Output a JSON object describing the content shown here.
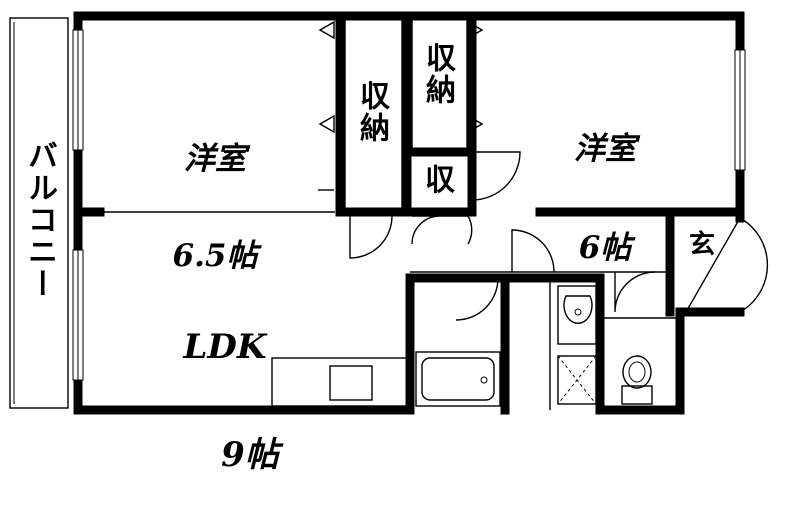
{
  "balcony": {
    "label": "バルコニー"
  },
  "rooms": {
    "western_room_1": {
      "name": "洋室",
      "size": "6.5帖"
    },
    "western_room_2": {
      "name": "洋室",
      "size": "6帖"
    },
    "ldk": {
      "name": "LDK",
      "size": "9帖"
    }
  },
  "storage": {
    "closet_1": "収納",
    "closet_2": "収納",
    "small_storage": "収"
  },
  "entrance": {
    "label": "玄"
  }
}
